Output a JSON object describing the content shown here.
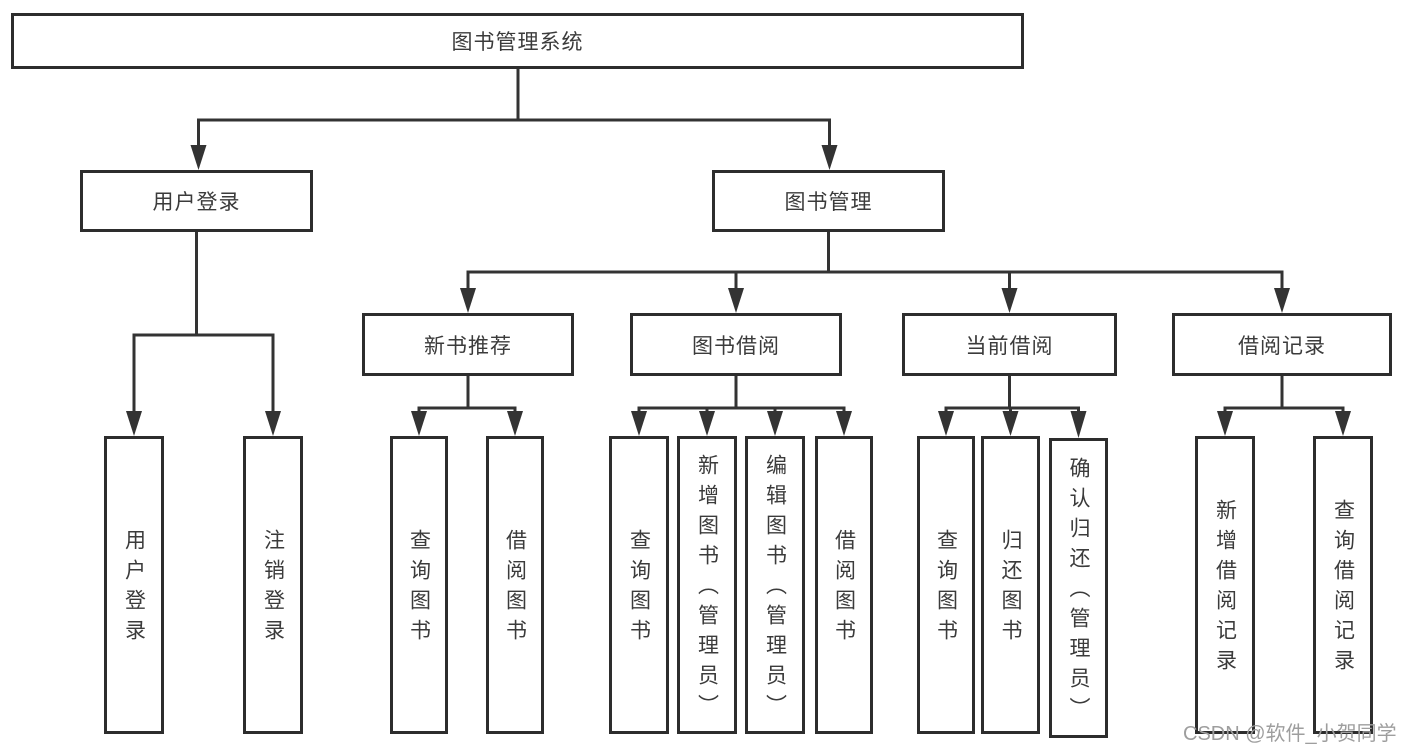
{
  "tree": {
    "root": {
      "label": "图书管理系统"
    },
    "children": [
      {
        "label": "用户登录",
        "children": [
          {
            "label": "用户登录"
          },
          {
            "label": "注销登录"
          }
        ]
      },
      {
        "label": "图书管理",
        "children": [
          {
            "label": "新书推荐",
            "children": [
              {
                "label": "查询图书"
              },
              {
                "label": "借阅图书"
              }
            ]
          },
          {
            "label": "图书借阅",
            "children": [
              {
                "label": "查询图书"
              },
              {
                "label": "新增图书（管理员）"
              },
              {
                "label": "编辑图书（管理员）"
              },
              {
                "label": "借阅图书"
              }
            ]
          },
          {
            "label": "当前借阅",
            "children": [
              {
                "label": "查询图书"
              },
              {
                "label": "归还图书"
              },
              {
                "label": "确认归还（管理员）"
              }
            ]
          },
          {
            "label": "借阅记录",
            "children": [
              {
                "label": "新增借阅记录"
              },
              {
                "label": "查询借阅记录"
              }
            ]
          }
        ]
      }
    ]
  },
  "watermark": {
    "text": "CSDN @软件_小贺同学"
  },
  "colors": {
    "line": "#333333",
    "border": "#2d2d2d",
    "text": "#3b3b3b",
    "watermark": "#9e9e9e"
  }
}
